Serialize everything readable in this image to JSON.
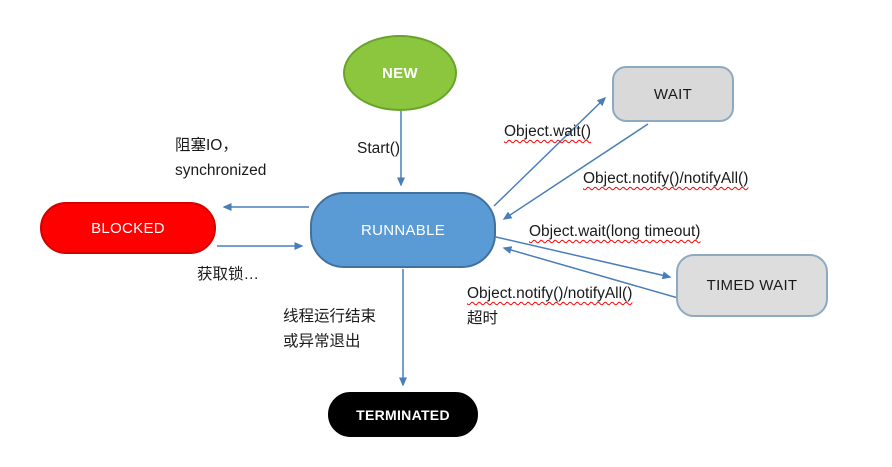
{
  "nodes": {
    "new": "NEW",
    "wait": "WAIT",
    "runnable": "RUNNABLE",
    "blocked": "BLOCKED",
    "timed_wait": "TIMED WAIT",
    "terminated": "TERMINATED"
  },
  "edge_labels": {
    "start": "Start()",
    "object_wait": "Object.wait()",
    "notify_from_wait": "Object.notify()/notifyAll()",
    "wait_timeout": "Object.wait(long timeout)",
    "notify_from_timed": "Object.notify()/notifyAll()",
    "timeout_suffix": "超时",
    "blocking_line1": "阻塞IO，",
    "blocking_line2": "synchronized",
    "acquire_lock": "获取锁…",
    "terminate_line1": "线程运行结束",
    "terminate_line2": "或异常退出"
  },
  "colors": {
    "new_fill": "#8cc63f",
    "runnable_fill": "#5b9bd5",
    "wait_fill": "#d9d9d9",
    "timed_wait_fill": "#dddddd",
    "blocked_fill": "#ff0000",
    "terminated_fill": "#000000",
    "arrow": "#4a7ebb",
    "spellcheck_underline": "#ff0000"
  }
}
